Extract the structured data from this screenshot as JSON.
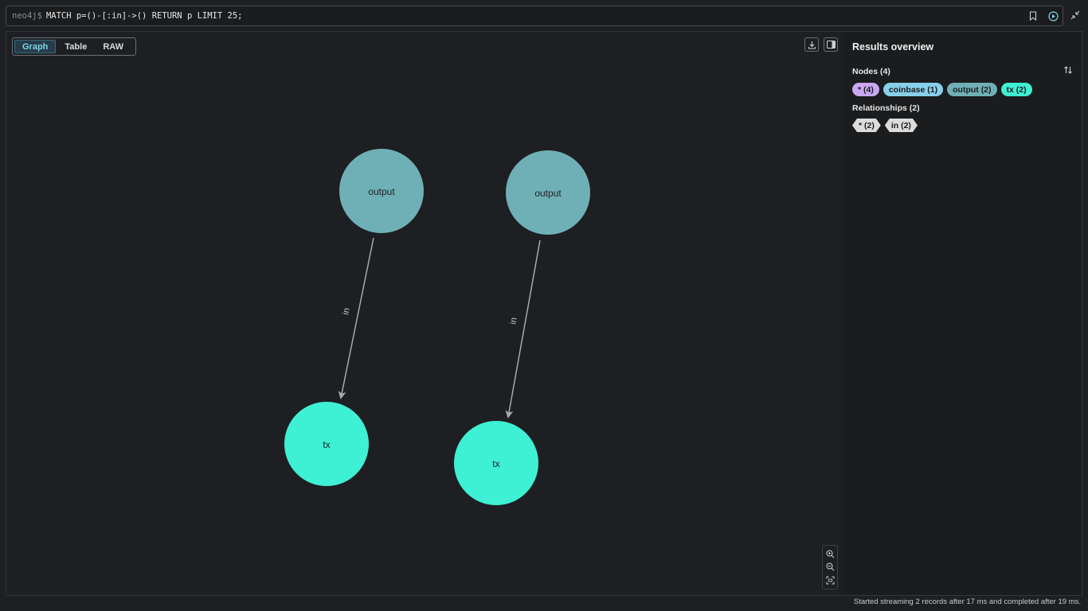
{
  "query_bar": {
    "prompt": "neo4j$",
    "query": "MATCH p=()-[:in]->() RETURN p LIMIT 25;"
  },
  "view_tabs": [
    {
      "label": "Graph",
      "active": true
    },
    {
      "label": "Table",
      "active": false
    },
    {
      "label": "RAW",
      "active": false
    }
  ],
  "graph": {
    "nodes": [
      {
        "label": "output",
        "color": "#6fb0b6"
      },
      {
        "label": "output",
        "color": "#6fb0b6"
      },
      {
        "label": "tx",
        "color": "#3ef0d4"
      },
      {
        "label": "tx",
        "color": "#3ef0d4"
      }
    ],
    "relationships": [
      {
        "type": "in"
      },
      {
        "type": "in"
      }
    ]
  },
  "sidebar": {
    "title": "Results overview",
    "nodes_header": "Nodes (4)",
    "node_chips": [
      {
        "label": "* (4)",
        "color": "#c9a7f2"
      },
      {
        "label": "coinbase (1)",
        "color": "#87d0ea"
      },
      {
        "label": "output (2)",
        "color": "#6fb0b6"
      },
      {
        "label": "tx (2)",
        "color": "#3ef0d4"
      }
    ],
    "relationships_header": "Relationships (2)",
    "rel_chips": [
      {
        "label": "* (2)"
      },
      {
        "label": "in (2)"
      }
    ]
  },
  "status": "Started streaming 2 records after 17 ms and completed after 19 ms."
}
